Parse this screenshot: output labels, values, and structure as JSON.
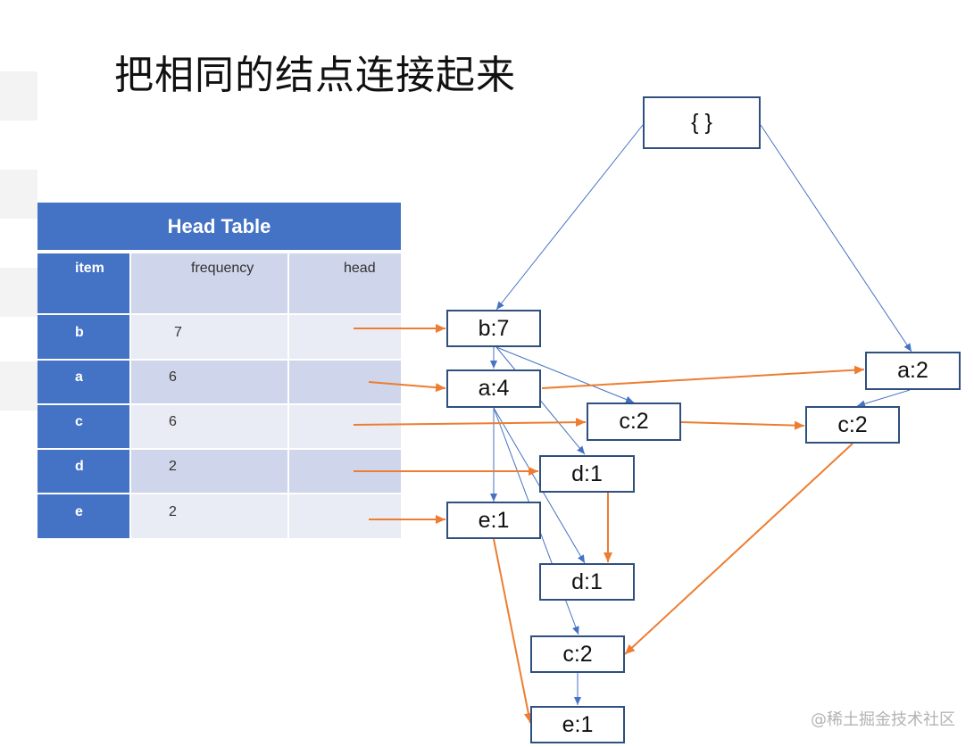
{
  "title": "把相同的结点连接起来",
  "head_table": {
    "title": "Head Table",
    "columns": [
      "item",
      "frequency",
      "head"
    ],
    "rows": [
      {
        "item": "b",
        "frequency": "7"
      },
      {
        "item": "a",
        "frequency": "6"
      },
      {
        "item": "c",
        "frequency": "6"
      },
      {
        "item": "d",
        "frequency": "2"
      },
      {
        "item": "e",
        "frequency": "2"
      }
    ]
  },
  "nodes": {
    "root": "{ }",
    "b7": "b:7",
    "a4": "a:4",
    "a2": "a:2",
    "c2_top": "c:2",
    "c2_right": "c:2",
    "d1_top": "d:1",
    "e1_top": "e:1",
    "d1_bottom": "d:1",
    "c2_bottom": "c:2",
    "e1_bottom": "e:1"
  },
  "colors": {
    "tree_edge": "#4472c4",
    "link_arrow": "#ed7d31",
    "table_header": "#4472c4",
    "table_dark": "#cfd5ea",
    "table_light": "#e9ebf5"
  },
  "watermark": "@稀土掘金技术社区"
}
